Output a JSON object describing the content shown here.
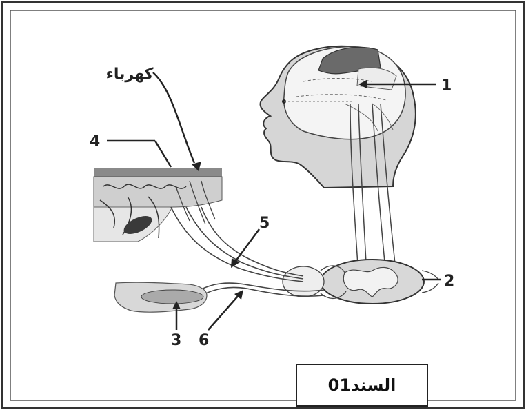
{
  "labels": {
    "n1": "1",
    "n2": "2",
    "n3": "3",
    "n4": "4",
    "n5": "5",
    "n6": "6",
    "arabic_label": "كهرباء"
  },
  "caption": "السند01",
  "colors": {
    "ink": "#222222",
    "brain_dark": "#6a6a6a",
    "skin_shade": "#c8c8c8"
  }
}
